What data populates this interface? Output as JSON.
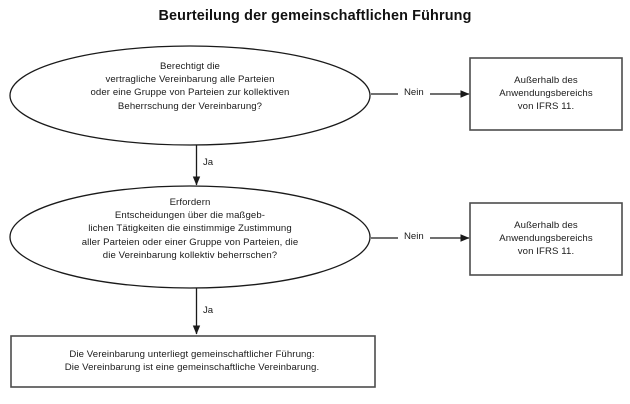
{
  "title": "Beurteilung der gemeinschaftlichen Führung",
  "colors": {
    "background": "#ffffff",
    "stroke": "#1a1a1a",
    "box_stroke": "#555555",
    "text": "#1a1a1a"
  },
  "nodes": {
    "decision_1": {
      "shape": "ellipse",
      "text": "Berechtigt die\nvertragliche Vereinbarung alle Parteien\noder eine Gruppe von Parteien zur kollektiven\nBeherrschung der Vereinbarung?"
    },
    "decision_2": {
      "shape": "ellipse",
      "text": "Erfordern\nEntscheidungen über die maßgeb-\nlichen Tätigkeiten die einstimmige Zustimmung\naller Parteien oder einer Gruppe von Parteien, die\ndie Vereinbarung kollektiv beherrschen?"
    },
    "outcome_1": {
      "shape": "rectangle",
      "text": "Außerhalb des\nAnwendungsbereichs\nvon IFRS 11."
    },
    "outcome_2": {
      "shape": "rectangle",
      "text": "Außerhalb des\nAnwendungsbereichs\nvon IFRS 11."
    },
    "conclusion": {
      "shape": "rectangle",
      "text": "Die Vereinbarung unterliegt gemeinschaftlicher Führung:\nDie Vereinbarung ist eine gemeinschaftliche Vereinbarung."
    }
  },
  "edges": {
    "nein_1": "Nein",
    "nein_2": "Nein",
    "ja_1": "Ja",
    "ja_2": "Ja"
  }
}
